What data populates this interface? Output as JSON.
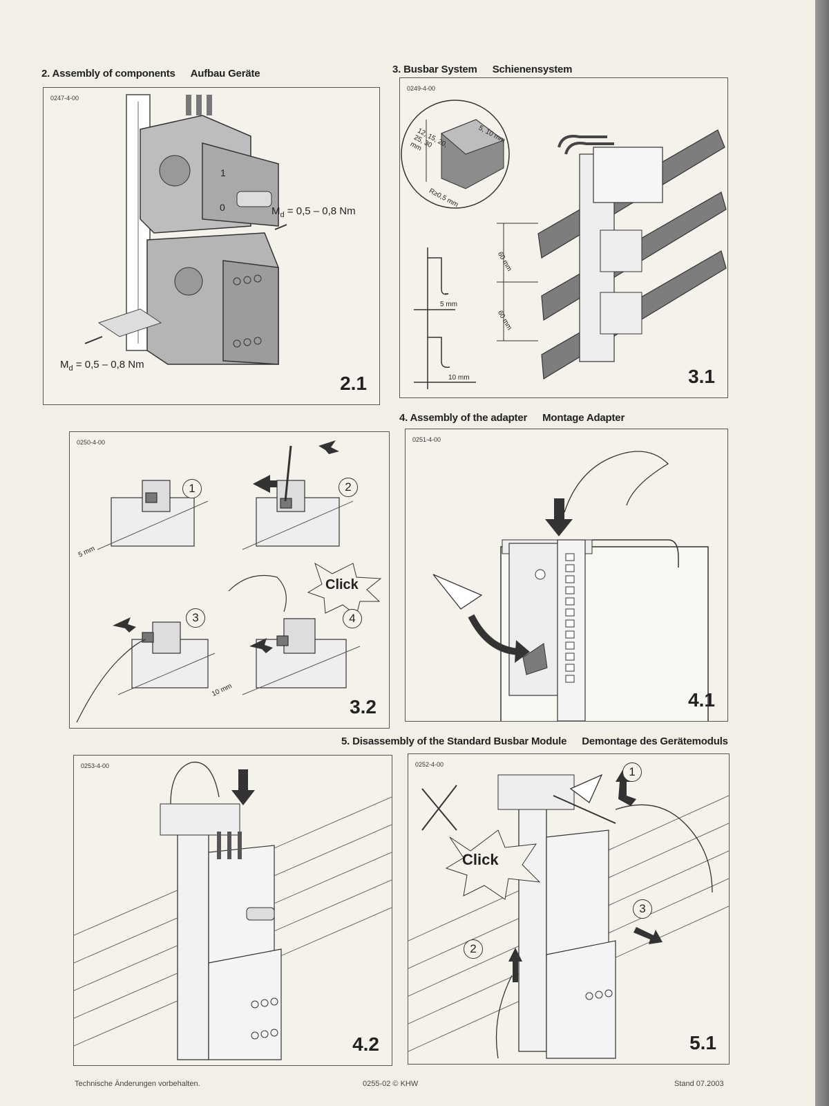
{
  "sections": {
    "assembly": {
      "en": "2. Assembly of components",
      "de": "Aufbau Geräte"
    },
    "busbar": {
      "en": "3. Busbar System",
      "de": "Schienensystem"
    },
    "adapter": {
      "en": "4. Assembly of the adapter",
      "de": "Montage Adapter"
    },
    "disassembly": {
      "en": "5. Disassembly of the Standard Busbar Module",
      "de": "Demontage des Gerätemoduls"
    }
  },
  "panels": {
    "p21": {
      "code": "0247-4-00",
      "torque_sub": "d",
      "torque_value": "= 0,5 – 0,8 Nm",
      "figure": "2.1"
    },
    "p31": {
      "code": "0249-4-00",
      "height_l1": "12, 15, 20,",
      "height_l2": "25, 30",
      "height_l3": "mm",
      "thickness": "5, 10 mm",
      "radius": "R≥0,5 mm",
      "spacing": "60 mm",
      "dim5": "5 mm",
      "dim10": "10 mm",
      "figure": "3.1"
    },
    "p32": {
      "code": "0250-4-00",
      "steps": [
        "1",
        "2",
        "3",
        "4"
      ],
      "click": "Click",
      "dim5": "5 mm",
      "dim10": "10 mm",
      "figure": "3.2"
    },
    "p41": {
      "code": "0251-4-00",
      "figure": "4.1"
    },
    "p42": {
      "code": "0253-4-00",
      "figure": "4.2"
    },
    "p51": {
      "code": "0252-4-00",
      "steps": [
        "1",
        "2",
        "3"
      ],
      "click": "Click",
      "figure": "5.1"
    }
  },
  "footer": {
    "disclaimer": "Technische Änderungen vorbehalten.",
    "doc_id": "0255-02 © KHW",
    "date": "Stand 07.2003"
  }
}
